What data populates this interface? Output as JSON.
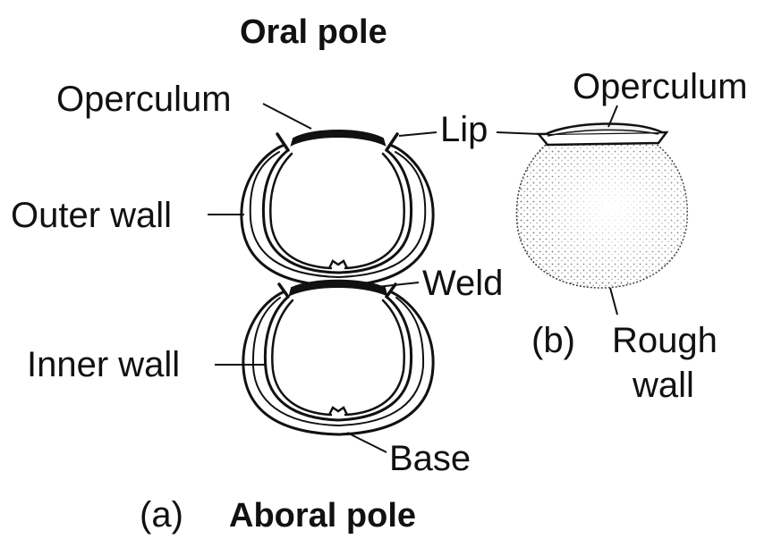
{
  "labels": {
    "oral_pole": "Oral pole",
    "aboral_pole": "Aboral pole",
    "operculum_a": "Operculum",
    "operculum_b": "Operculum",
    "lip": "Lip",
    "outer_wall": "Outer wall",
    "inner_wall": "Inner wall",
    "weld": "Weld",
    "base": "Base",
    "panel_a": "(a)",
    "panel_b": "(b)",
    "rough_wall_line1": "Rough",
    "rough_wall_line2": "wall"
  }
}
